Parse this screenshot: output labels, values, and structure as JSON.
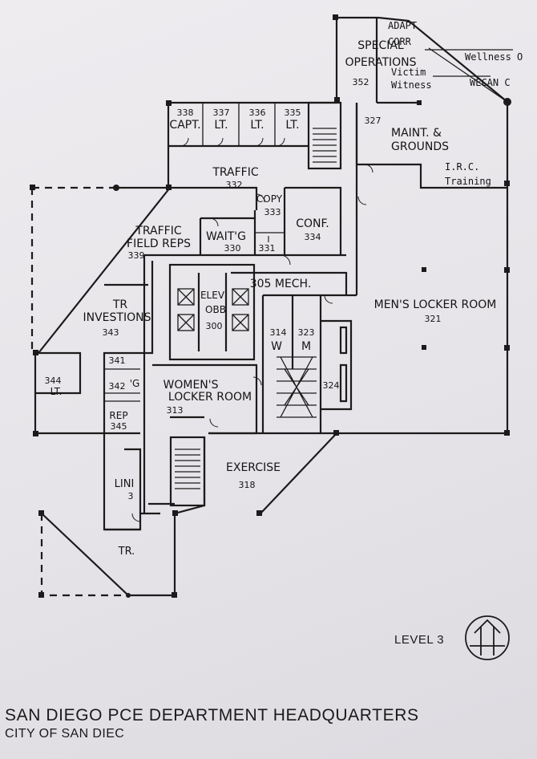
{
  "title": "SAN DIEGO PCE DEPARTMENT HEADQUARTERS",
  "subtitle": "CITY OF SAN DIEC",
  "level": "LEVEL 3",
  "rooms": {
    "adapt": "ADAPT",
    "corr": "CORR",
    "special": "SPECIAL",
    "operations": "OPERATIONS",
    "r352": "352",
    "victim": "Victim",
    "witness": "Witness",
    "wellness": "Wellness O",
    "wecan": "WECAN C",
    "capt": "CAPT.",
    "lt": "LT.",
    "r338": "338",
    "r337": "337",
    "r336": "336",
    "r335": "335",
    "r327": "327",
    "maint": "MAINT. &",
    "grounds": "GROUNDS",
    "irc": "I.R.C.",
    "training": "Training",
    "traffic": "TRAFFIC",
    "r332": "332",
    "copy": "COPY",
    "r333": "333",
    "conf": "CONF.",
    "r334": "334",
    "traffic_field": "TRAFFIC",
    "field_reps": "FIELD REPS",
    "r339": "339",
    "waitg": "WAIT'G",
    "r330": "330",
    "i": "I",
    "r331": "331",
    "mech": "305 MECH.",
    "elev": "ELEV",
    "lobby": "OBB",
    "r300": "300",
    "mens_locker": "MEN'S LOCKER ROOM",
    "r321": "321",
    "tr": "TR",
    "investions": "INVESTIONS",
    "r343": "343",
    "r314": "314",
    "r323": "323",
    "w": "W",
    "m": "M",
    "r341": "341",
    "r342": "342",
    "r344": "344",
    "g": "'G",
    "womens": "WOMEN'S",
    "locker_room": "LOCKER ROOM",
    "r313": "313",
    "r324": "324",
    "rep": "REP",
    "r345": "345",
    "exercise": "EXERCISE",
    "r318": "318",
    "lin": "LINI",
    "r3": "3",
    "tr2": "TR."
  }
}
